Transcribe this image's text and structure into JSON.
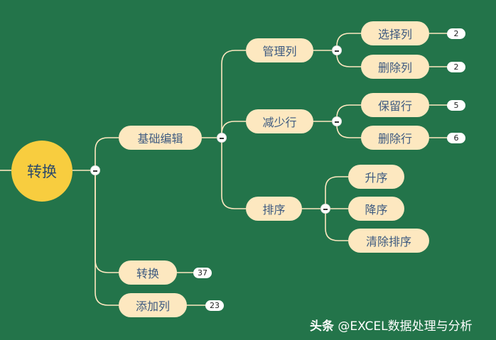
{
  "colors": {
    "background": "#23744a",
    "node_fill": "#fde8c0",
    "node_text": "#3d5a80",
    "root_fill": "#f8cd3f",
    "root_text": "#2d4a6a",
    "connector": "#fde8c0"
  },
  "mindmap": {
    "root": {
      "label": "转换"
    },
    "branches": [
      {
        "label": "基础编辑",
        "children": [
          {
            "label": "管理列",
            "children": [
              {
                "label": "选择列",
                "count": "2"
              },
              {
                "label": "删除列",
                "count": "2"
              }
            ]
          },
          {
            "label": "减少行",
            "children": [
              {
                "label": "保留行",
                "count": "5"
              },
              {
                "label": "删除行",
                "count": "6"
              }
            ]
          },
          {
            "label": "排序",
            "children": [
              {
                "label": "升序"
              },
              {
                "label": "降序"
              },
              {
                "label": "清除排序"
              }
            ]
          }
        ]
      },
      {
        "label": "转换",
        "count": "37"
      },
      {
        "label": "添加列",
        "count": "23"
      }
    ]
  },
  "watermark": {
    "prefix": "头条",
    "text": " @EXCEL数据处理与分析"
  },
  "icons": {
    "collapse": "minus-circle-icon"
  }
}
